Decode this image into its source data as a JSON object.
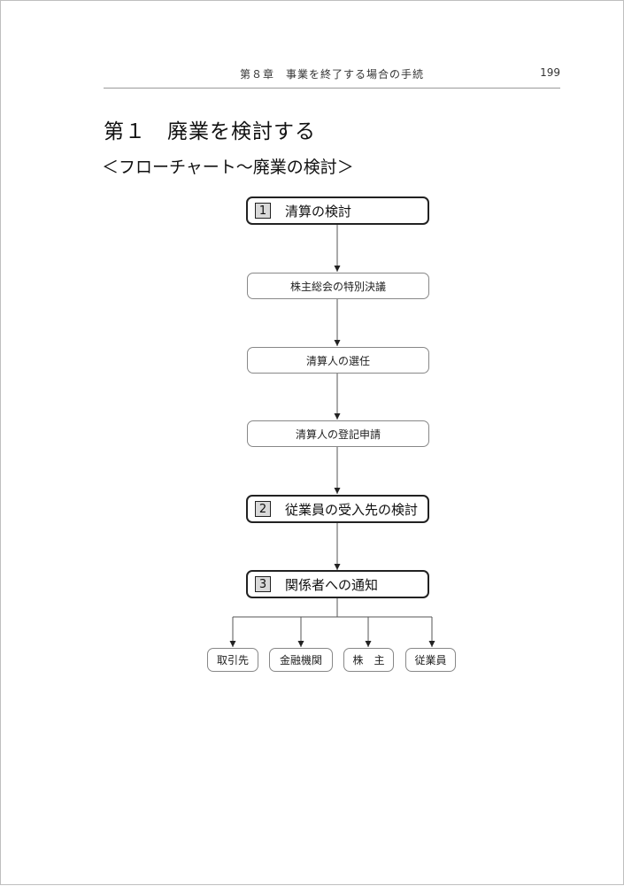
{
  "header": {
    "running_title": "第８章　事業を終了する場合の手続",
    "page_number": "199"
  },
  "section": {
    "heading": "第１　廃業を検討する",
    "flow_heading": "＜フローチャート～廃業の検討＞"
  },
  "flow": {
    "step1": {
      "number": "1",
      "label": "清算の検討"
    },
    "sub1": "株主総会の特別決議",
    "sub2": "清算人の選任",
    "sub3": "清算人の登記申請",
    "step2": {
      "number": "2",
      "label": "従業員の受入先の検討"
    },
    "step3": {
      "number": "3",
      "label": "関係者への通知"
    },
    "leaves": [
      "取引先",
      "金融機関",
      "株　主",
      "従業員"
    ]
  }
}
